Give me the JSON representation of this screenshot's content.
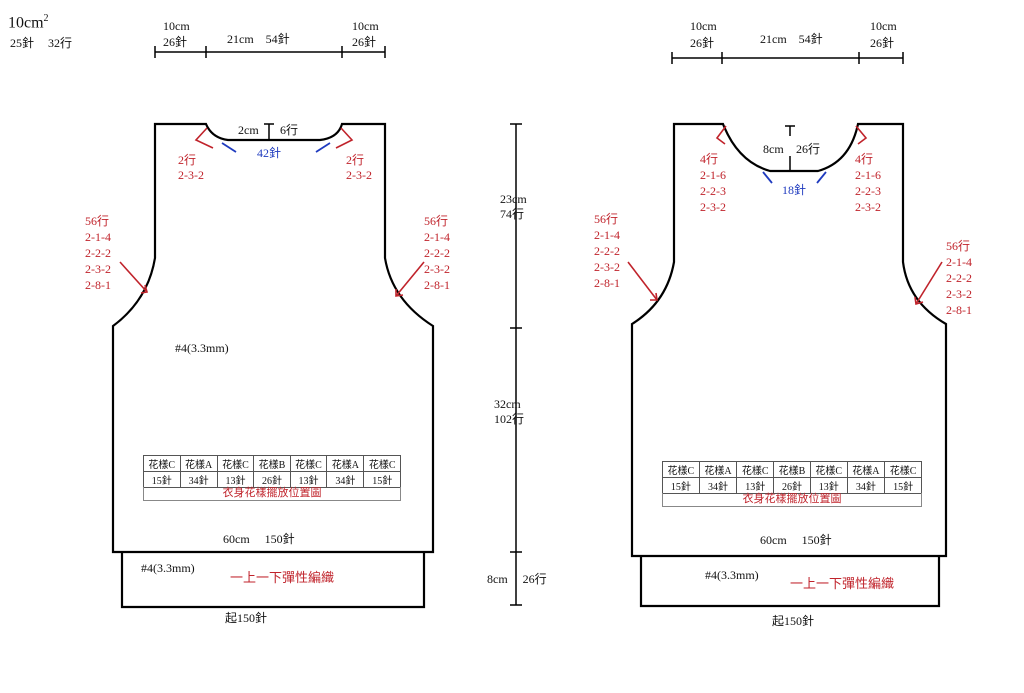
{
  "gauge": {
    "area": "10cm",
    "area_sup": "2",
    "stitches": "25針",
    "rows": "32行"
  },
  "top_dims": {
    "shoulder_left": [
      "10cm",
      "26針"
    ],
    "neck": "21cm　54針",
    "shoulder_right": [
      "10cm",
      "26針"
    ]
  },
  "front": {
    "neck_depth": [
      "2cm",
      "6行"
    ],
    "neck_sts": "42針",
    "neck_left_dec": [
      "2行",
      "2-3-2"
    ],
    "neck_right_dec": [
      "2行",
      "2-3-2"
    ],
    "armhole_left": [
      "56行",
      "2-1-4",
      "2-2-2",
      "2-3-2",
      "2-8-1"
    ],
    "armhole_right": [
      "56行",
      "2-1-4",
      "2-2-2",
      "2-3-2",
      "2-8-1"
    ],
    "needle": "#4(3.3mm)",
    "width": "60cm　 150針",
    "rib_needle": "#4(3.3mm)",
    "rib_label": "一上一下彈性編織",
    "cast_on": "起150針"
  },
  "back": {
    "neck_depth": [
      "8cm",
      "26行"
    ],
    "neck_sts": "18針",
    "neck_left_dec": [
      "4行",
      "2-1-6",
      "2-2-3",
      "2-3-2"
    ],
    "neck_right_dec": [
      "4行",
      "2-1-6",
      "2-2-3",
      "2-3-2"
    ],
    "armhole_left": [
      "56行",
      "2-1-4",
      "2-2-2",
      "2-3-2",
      "2-8-1"
    ],
    "armhole_right": [
      "56行",
      "2-1-4",
      "2-2-2",
      "2-3-2",
      "2-8-1"
    ],
    "width": "60cm　 150針",
    "rib_needle": "#4(3.3mm)",
    "rib_label": "一上一下彈性編織",
    "cast_on": "起150針"
  },
  "vertical_dims": {
    "armhole": [
      "23cm",
      "74行"
    ],
    "body": [
      "32cm",
      "102行"
    ],
    "rib": "8cm　 26行"
  },
  "pattern_table": {
    "headers": [
      "花樣C",
      "花樣A",
      "花樣C",
      "花樣B",
      "花樣C",
      "花樣A",
      "花樣C"
    ],
    "counts": [
      "15針",
      "34針",
      "13針",
      "26針",
      "13針",
      "34針",
      "15針"
    ],
    "caption": "衣身花樣擺放位置圖"
  },
  "colors": {
    "outline": "#000000",
    "annotation_red": "#c0232b",
    "annotation_blue": "#1f3bbf"
  }
}
